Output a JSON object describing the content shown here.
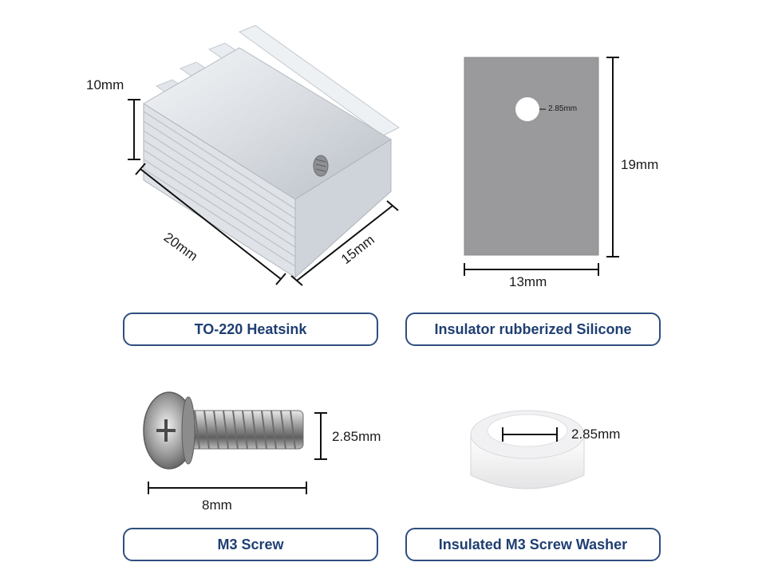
{
  "products": {
    "heatsink": {
      "name": "TO-220 Heatsink",
      "dims": {
        "height": "10mm",
        "length": "20mm",
        "width": "15mm"
      }
    },
    "insulator": {
      "name": "Insulator rubberized Silicone",
      "dims": {
        "hole": "2.85mm",
        "height": "19mm",
        "width": "13mm"
      }
    },
    "screw": {
      "name": "M3 Screw",
      "dims": {
        "diameter": "2.85mm",
        "length": "8mm"
      }
    },
    "washer": {
      "name": "Insulated M3 Screw Washer",
      "dims": {
        "inner": "2.85mm"
      }
    }
  }
}
